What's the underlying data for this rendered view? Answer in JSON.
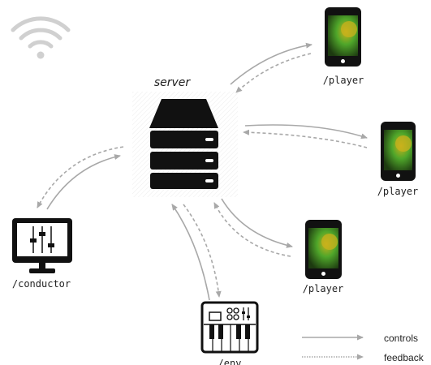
{
  "colors": {
    "device": "#111111",
    "arrow": "#a8a8a8",
    "wifi": "#d0d0d0",
    "screen_green": "#4fa62a",
    "screen_yellow": "#c9b21c",
    "screen_dark": "#244a14"
  },
  "icons": {
    "wifi": "wifi-icon",
    "server": "server-icon",
    "phone": "smartphone-icon",
    "monitor": "monitor-mixer-icon",
    "keyboard": "synth-keyboard-icon"
  },
  "server": {
    "label": "server"
  },
  "players": [
    {
      "label": "/player"
    },
    {
      "label": "/player"
    },
    {
      "label": "/player"
    }
  ],
  "conductor": {
    "label": "/conductor"
  },
  "env": {
    "label": "/env"
  },
  "legend": {
    "controls": "controls",
    "feedback": "feedback"
  }
}
